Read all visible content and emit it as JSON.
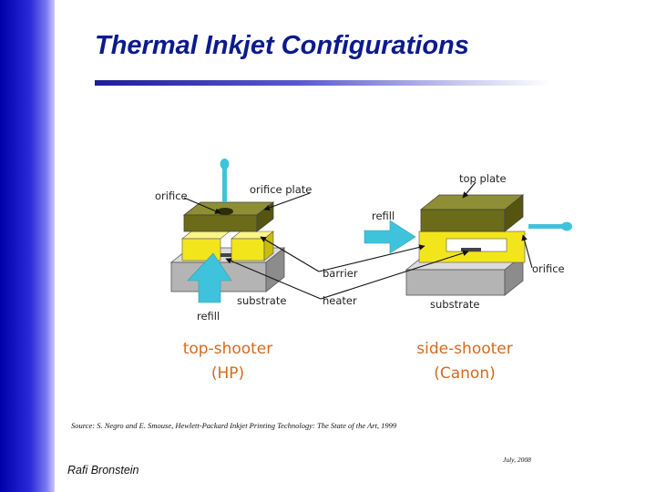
{
  "slide": {
    "title": "Thermal Inkjet Configurations",
    "source": "Source: S. Negro and E. Smouse, Hewlett-Packard Inkjet Printing Technology: The State of the Art, 1999",
    "date": "July, 2008",
    "author": "Rafi Bronstein"
  },
  "diagram": {
    "labels": {
      "orifice_left": "orifice",
      "orifice_plate": "orifice plate",
      "top_plate": "top plate",
      "refill_left": "refill",
      "refill_right": "refill",
      "barrier": "barrier",
      "heater": "heater",
      "substrate_left": "substrate",
      "substrate_right": "substrate",
      "orifice_right": "orifice"
    },
    "captions": {
      "left_line1": "top-shooter",
      "left_line2": "(HP)",
      "right_line1": "side-shooter",
      "right_line2": "(Canon)"
    },
    "colors": {
      "plate": "#6b6b1a",
      "barrier": "#f2e51c",
      "substrate": "#b4b4b4",
      "ink": "#3fc3dc",
      "caption": "#d56a1d",
      "accent": "#0b1a8c"
    }
  }
}
